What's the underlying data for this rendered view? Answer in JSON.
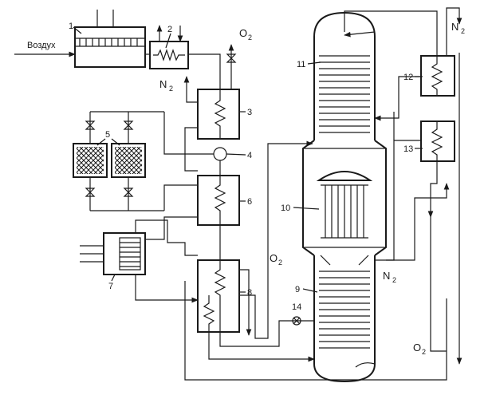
{
  "inlet_label": "Воздух",
  "gases": {
    "o2": "O",
    "o2_sub": "2",
    "n2": "N",
    "n2_sub": "2"
  },
  "numbers": {
    "n1": "1",
    "n2": "2",
    "n3": "3",
    "n4": "4",
    "n5": "5",
    "n6": "6",
    "n7": "7",
    "n8": "8",
    "n9": "9",
    "n10": "10",
    "n11": "11",
    "n12": "12",
    "n13": "13",
    "n14": "14"
  }
}
